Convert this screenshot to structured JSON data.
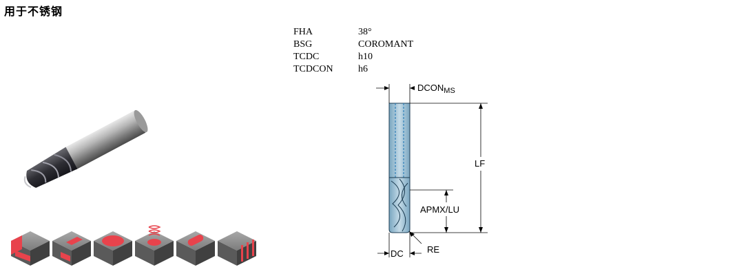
{
  "page": {
    "title": "用于不锈钢"
  },
  "specs": [
    {
      "key": "FHA",
      "value": "38°"
    },
    {
      "key": "BSG",
      "value": "COROMANT"
    },
    {
      "key": "TCDC",
      "value": "h10"
    },
    {
      "key": "TCDCON",
      "value": "h6"
    }
  ],
  "drawing": {
    "dcon_label": "DCON",
    "dcon_sub": "MS",
    "lf_label": "LF",
    "apmx_label": "APMX/LU",
    "re_label": "RE",
    "dc_label": "DC"
  },
  "operations": [
    "shoulder-milling-icon",
    "slot-milling-icon",
    "pocketing-icon",
    "helical-ramping-icon",
    "profile-slot-icon",
    "side-milling-icon"
  ],
  "colors": {
    "cut_highlight": "#e8434c",
    "block_gray": "#8a8a8a",
    "tool_blue": "#9cc0d4",
    "coolant_blue": "#2e7fb8"
  }
}
